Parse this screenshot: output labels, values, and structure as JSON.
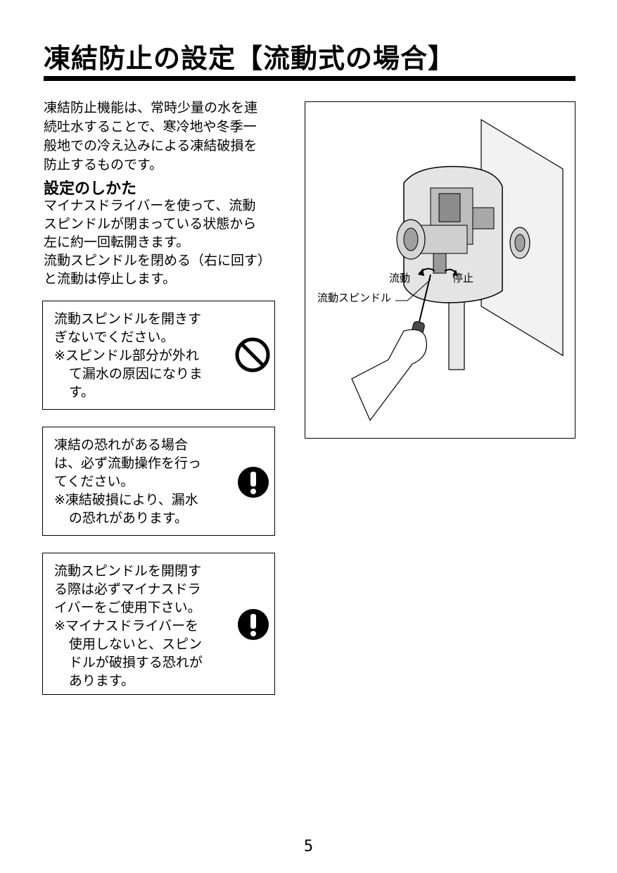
{
  "title": "凍結防止の設定【流動式の場合】",
  "intro": [
    "凍結防止機能は、常時少量の水を連",
    "続吐水することで、寒冷地や冬季一",
    "般地での冷え込みによる凍結破損を",
    "防止するものです。"
  ],
  "setting": {
    "heading": "設定のしかた",
    "lines": [
      "マイナスドライバーを使って、流動",
      "スピンドルが閉まっている状態から",
      "左に約一回転開きます。",
      "流動スピンドルを閉める（右に回す）",
      "と流動は停止します。"
    ]
  },
  "cautions": [
    {
      "icon": "prohibition-icon",
      "lines": [
        "流動スピンドルを開きす",
        "ぎないでください。"
      ],
      "notes": [
        "※スピンドル部分が外れ",
        "て漏水の原因になりま",
        "す。"
      ]
    },
    {
      "icon": "mandatory-icon",
      "lines": [
        "凍結の恐れがある場合",
        "は、必ず流動操作を行っ",
        "てください。"
      ],
      "notes": [
        "※凍結破損により、漏水",
        "の恐れがあります。"
      ]
    },
    {
      "icon": "mandatory-icon",
      "lines": [
        "流動スピンドルを開閉す",
        "る際は必ずマイナスドラ",
        "イバーをご使用下さい。"
      ],
      "notes": [
        "※マイナスドライバーを",
        "使用しないと、スピン",
        "ドルが破損する恐れが",
        "あります。"
      ]
    }
  ],
  "figure": {
    "label_flow": "流動",
    "label_stop": "停止",
    "label_spindle": "流動スピンドル"
  },
  "page_number": "5"
}
